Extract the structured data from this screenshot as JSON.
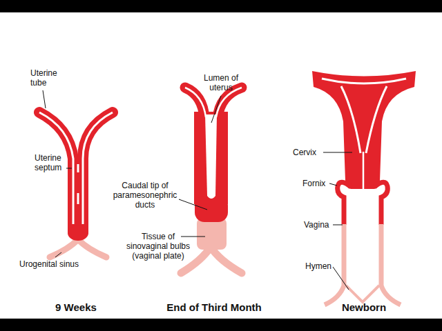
{
  "diagram": {
    "labels": [
      "Uterine tube",
      "Uterine septum",
      "Urogenital sinus",
      "Lumen of uterus",
      "Caudal tip of paramesonephric ducts",
      "Tissue of sinovaginal bulbs (vaginal plate)",
      "Cervix",
      "Fornix",
      "Vagina",
      "Hymen",
      "9 Weeks",
      "End of Third Month",
      "Newborn"
    ]
  }
}
